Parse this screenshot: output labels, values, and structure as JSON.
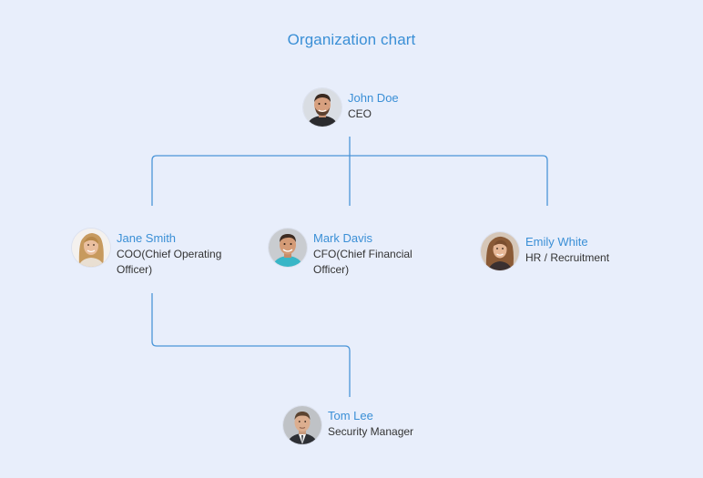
{
  "title": "Organization chart",
  "colors": {
    "background": "#e8eefb",
    "accent": "#3a8fd6",
    "connector": "#4a95d8",
    "text": "#333333"
  },
  "people": {
    "ceo": {
      "name": "John Doe",
      "role": "CEO",
      "avatar_icon": "man-beard-avatar-icon"
    },
    "coo": {
      "name": "Jane Smith",
      "role": "COO(Chief Operating Officer)",
      "avatar_icon": "woman-blonde-avatar-icon"
    },
    "cfo": {
      "name": "Mark Davis",
      "role": "CFO(Chief Financial Officer)",
      "avatar_icon": "man-teal-shirt-avatar-icon"
    },
    "hr": {
      "name": "Emily White",
      "role": "HR / Recruitment",
      "avatar_icon": "woman-curly-avatar-icon"
    },
    "security": {
      "name": "Tom Lee",
      "role": "Security Manager",
      "avatar_icon": "man-suit-avatar-icon"
    }
  }
}
